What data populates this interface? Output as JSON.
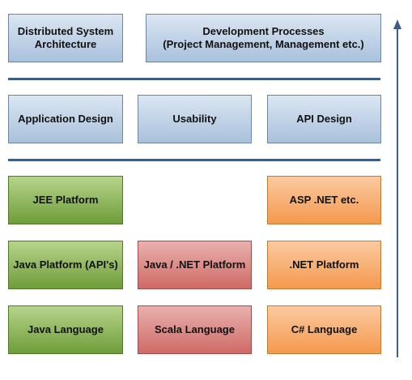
{
  "diagram": {
    "top_row": {
      "distributed": "Distributed System\nArchitecture",
      "processes": "Development Processes\n(Project Management, Management etc.)"
    },
    "middle_row": {
      "app_design": "Application Design",
      "usability": "Usability",
      "api_design": "API Design"
    },
    "platform_row": {
      "jee": "JEE Platform",
      "asp": "ASP .NET etc."
    },
    "runtime_row": {
      "java_platform": "Java Platform (API's)",
      "java_net_platform": "Java / .NET Platform",
      "net_platform": ".NET Platform"
    },
    "language_row": {
      "java_language": "Java Language",
      "scala_language": "Scala Language",
      "csharp_language": "C# Language"
    },
    "colors": {
      "blue": "#a9c1dc",
      "green": "#6f9d3a",
      "red": "#cf6a66",
      "orange": "#f4994f",
      "divider": "#3b5d87",
      "arrow": "#3b5d87"
    }
  }
}
